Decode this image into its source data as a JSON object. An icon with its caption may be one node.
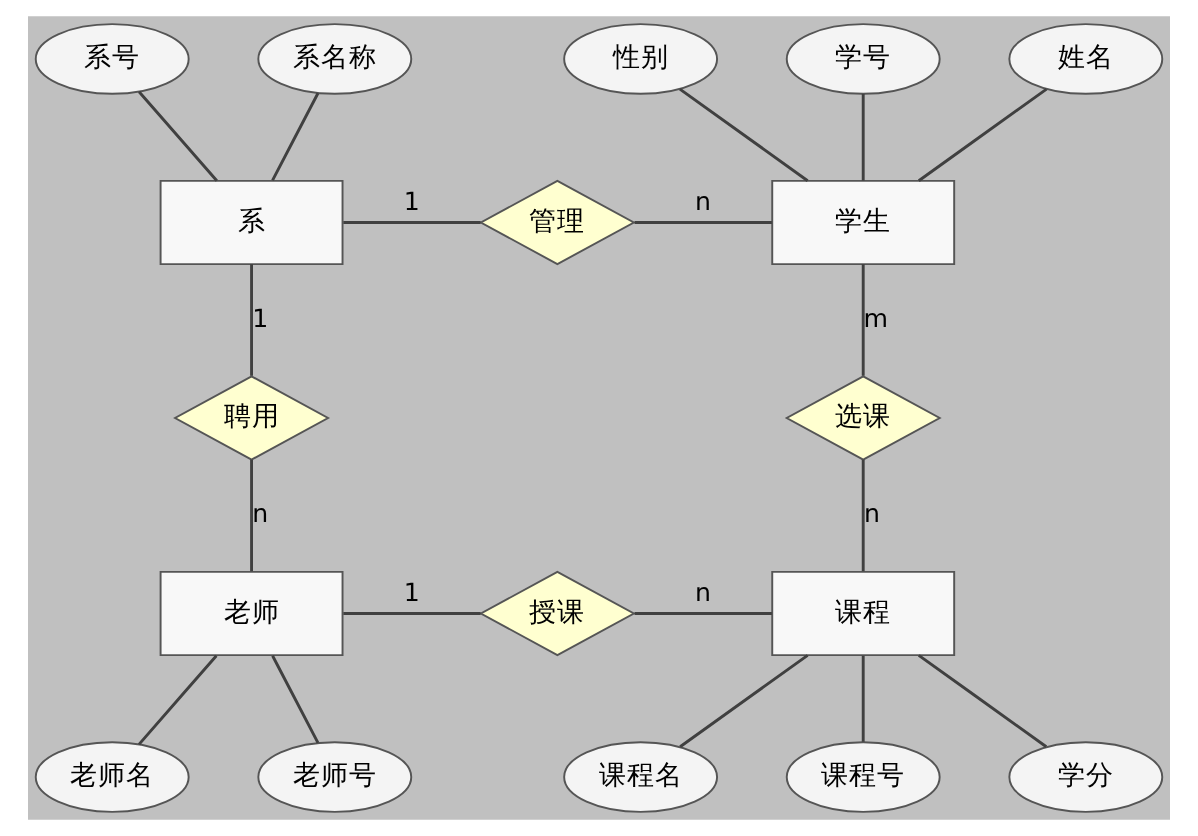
{
  "diagram": {
    "nodes": [
      {
        "text": [
          "系号"
        ]
      },
      {
        "text": [
          "系名称"
        ]
      },
      {
        "text": [
          "学号"
        ]
      },
      {
        "text": [
          "姓名"
        ]
      },
      {
        "text": [
          "性别"
        ]
      },
      {
        "text": [
          "系"
        ]
      },
      {
        "text": [
          "管理"
        ]
      },
      {
        "text": [
          "学生"
        ]
      },
      {
        "text": [
          "聘用"
        ]
      },
      {
        "text": [
          "选课"
        ]
      },
      {
        "text": [
          "老师"
        ]
      },
      {
        "text": [
          "授课"
        ]
      },
      {
        "text": [
          "课程"
        ]
      },
      {
        "text": [
          "老师号"
        ]
      },
      {
        "text": [
          "老师名"
        ]
      },
      {
        "text": [
          "课程号"
        ]
      },
      {
        "text": [
          "学分"
        ]
      },
      {
        "text": [
          "课程名"
        ]
      }
    ],
    "edges": [
      {
        "from": 0,
        "to": 5,
        "arrow": "none"
      },
      {
        "from": 1,
        "to": 5,
        "arrow": "none"
      },
      {
        "from": 2,
        "to": 7,
        "arrow": "none"
      },
      {
        "from": 3,
        "to": 7,
        "arrow": "none"
      },
      {
        "from": 4,
        "to": 7,
        "arrow": "none"
      },
      {
        "from": 5,
        "to": 6,
        "arrow": "none",
        "label": "1"
      },
      {
        "from": 6,
        "to": 7,
        "arrow": "none",
        "label": "n"
      },
      {
        "from": 5,
        "to": 8,
        "arrow": "none",
        "label": "1"
      },
      {
        "from": 8,
        "to": 10,
        "arrow": "none",
        "label": "n"
      },
      {
        "from": 7,
        "to": 9,
        "arrow": "none",
        "label": "m"
      },
      {
        "from": 9,
        "to": 12,
        "arrow": "none",
        "label": "n"
      },
      {
        "from": 10,
        "to": 11,
        "arrow": "none",
        "label": "1"
      },
      {
        "from": 11,
        "to": 12,
        "arrow": "none",
        "label": "n"
      },
      {
        "from": 10,
        "to": 13,
        "arrow": "none"
      },
      {
        "from": 10,
        "to": 14,
        "arrow": "none"
      },
      {
        "from": 12,
        "to": 15,
        "arrow": "none"
      },
      {
        "from": 12,
        "to": 16,
        "arrow": "none"
      },
      {
        "from": 12,
        "to": 17,
        "arrow": "none"
      }
    ]
  }
}
